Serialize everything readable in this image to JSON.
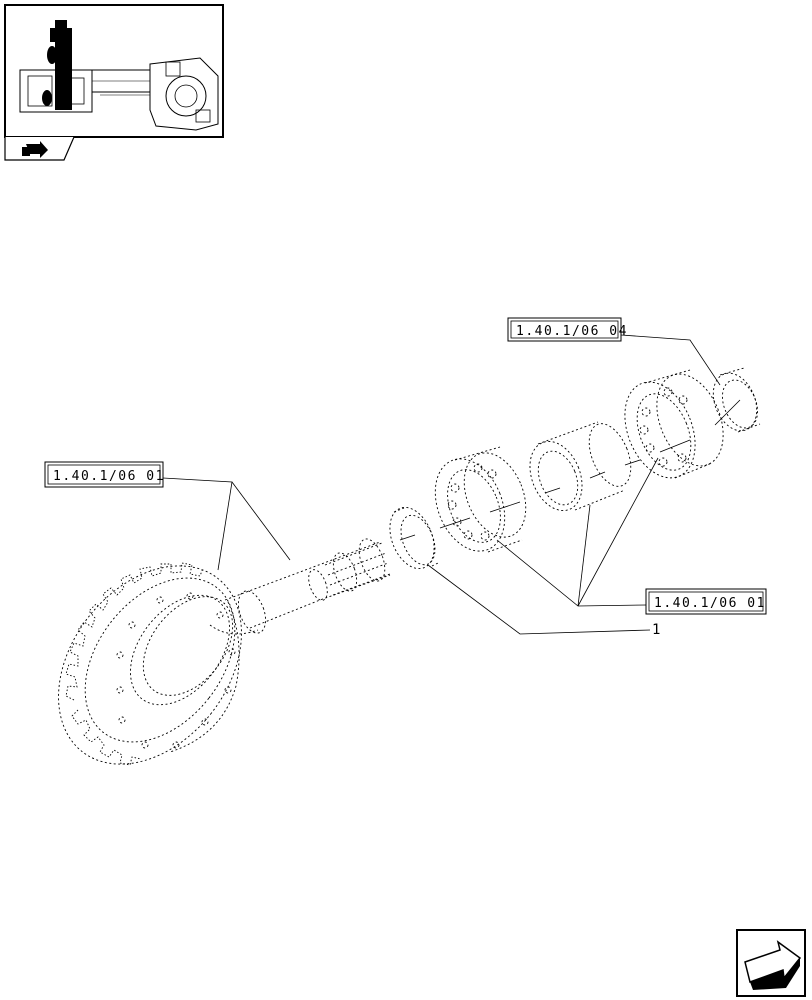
{
  "thumbnail": {
    "icon": "axle-assembly-thumbnail",
    "nav_icon": "back-arrow-icon"
  },
  "references": {
    "top_right": "1.40.1/06 04",
    "left": "1.40.1/06 01",
    "right": "1.40.1/06 01"
  },
  "callouts": {
    "item_1": "1"
  },
  "footer": {
    "nav_icon": "next-page-arrow-icon"
  }
}
